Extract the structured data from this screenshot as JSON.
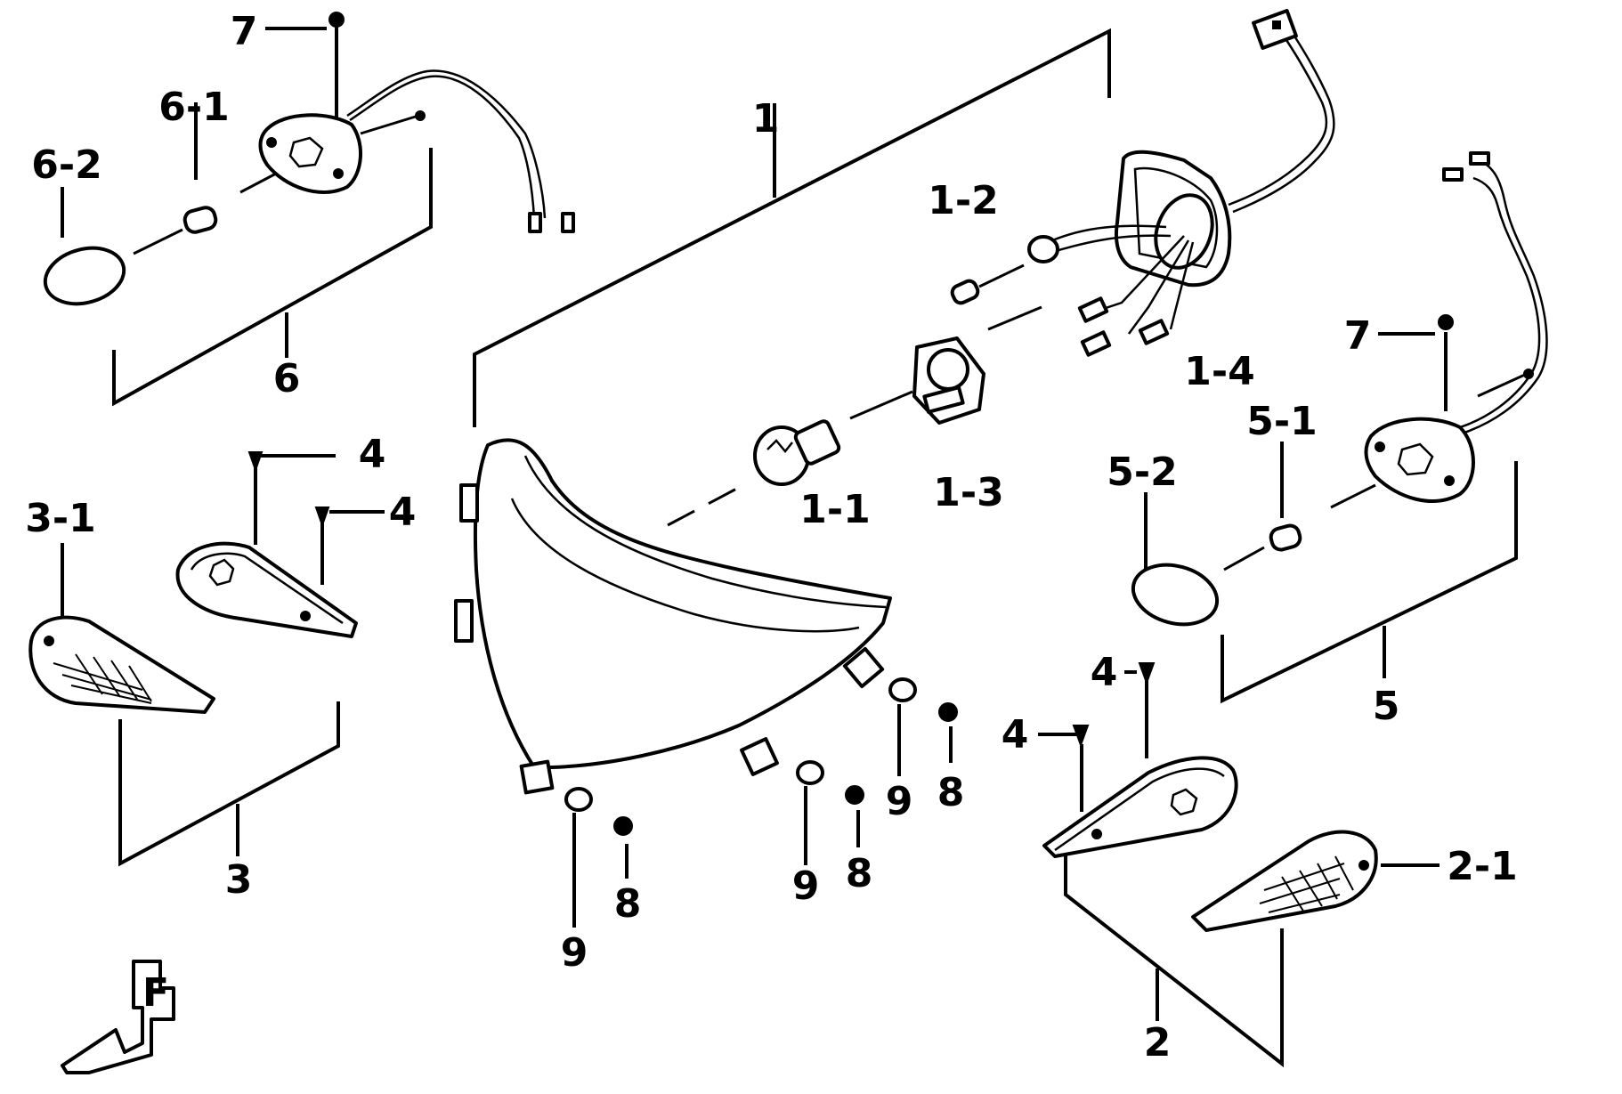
{
  "callouts": {
    "c_1": "1",
    "c_1_1": "1-1",
    "c_1_2": "1-2",
    "c_1_3": "1-3",
    "c_1_4": "1-4",
    "c_2": "2",
    "c_2_1": "2-1",
    "c_3": "3",
    "c_3_1": "3-1",
    "c_4_a": "4",
    "c_4_b": "4",
    "c_4_c": "4",
    "c_4_d": "4",
    "c_5": "5",
    "c_5_1": "5-1",
    "c_5_2": "5-2",
    "c_6": "6",
    "c_6_1": "6-1",
    "c_6_2": "6-2",
    "c_7_a": "7",
    "c_7_b": "7",
    "c_8_a": "8",
    "c_8_b": "8",
    "c_8_c": "8",
    "c_9_a": "9",
    "c_9_b": "9",
    "c_9_c": "9"
  },
  "front_arrow_letter": "F",
  "colors": {
    "ink": "#000000",
    "background": "#ffffff"
  }
}
